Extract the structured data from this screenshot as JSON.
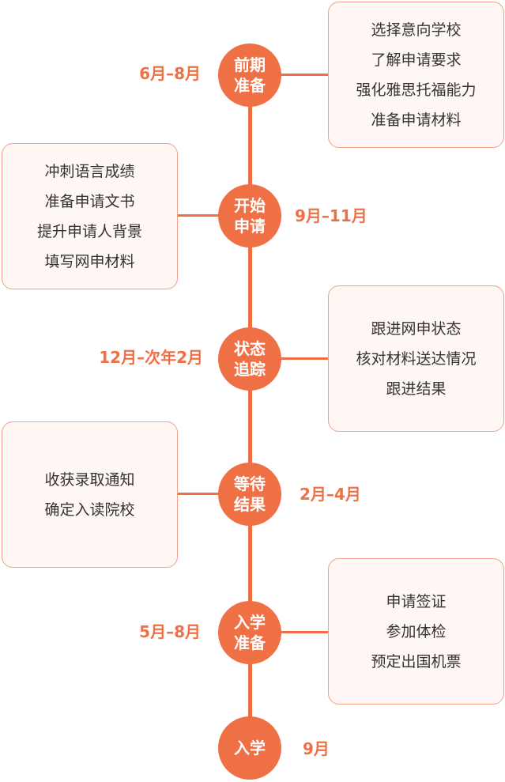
{
  "stages": [
    {
      "name": [
        "前期",
        "准备"
      ],
      "date": "6月–8月",
      "items": [
        "选择意向学校",
        "了解申请要求",
        "强化雅思托福能力",
        "准备申请材料"
      ]
    },
    {
      "name": [
        "开始",
        "申请"
      ],
      "date": "9月–11月",
      "items": [
        "冲刺语言成绩",
        "准备申请文书",
        "提升申请人背景",
        "填写网申材料"
      ]
    },
    {
      "name": [
        "状态",
        "追踪"
      ],
      "date": "12月–次年2月",
      "items": [
        "跟进网申状态",
        "核对材料送达情况",
        "跟进结果"
      ]
    },
    {
      "name": [
        "等待",
        "结果"
      ],
      "date": "2月–4月",
      "items": [
        "收获录取通知",
        "确定入读院校"
      ]
    },
    {
      "name": [
        "入学",
        "准备"
      ],
      "date": "5月–8月",
      "items": [
        "申请签证",
        "参加体检",
        "预定出国机票"
      ]
    },
    {
      "name": [
        "入学"
      ],
      "date": "9月",
      "items": []
    }
  ],
  "colors": {
    "accent": "#f07046",
    "card_border": "#f2a088",
    "card_bg": "#fff7f3",
    "text": "#333333"
  }
}
